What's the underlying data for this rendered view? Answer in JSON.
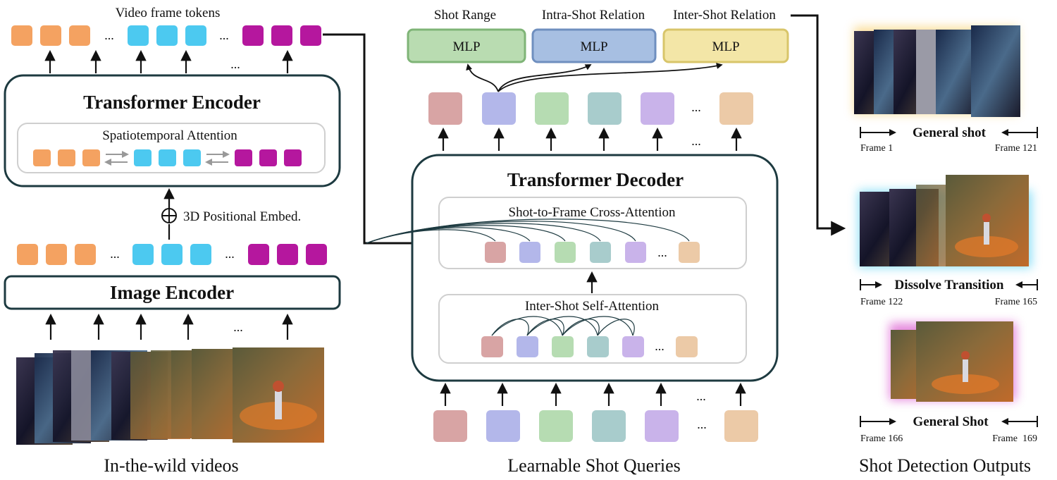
{
  "colors": {
    "orange": "#f4a261",
    "cyan": "#4cc9f0",
    "magenta": "#b5179e",
    "border": "#1d3a40",
    "q_red": "#d8a4a4",
    "q_blue": "#b3b7ea",
    "q_green": "#b6dcb2",
    "q_teal": "#a8cccc",
    "q_purple": "#c9b3ea",
    "q_peach": "#eccaa7",
    "mlp_green": "#b9dcb1",
    "mlp_blue": "#a7bfe2",
    "mlp_yellow": "#f3e6a7",
    "glow_gold": "#f6c24a",
    "glow_cyan": "#34c8f2",
    "glow_magenta": "#d12fc2"
  },
  "encoder_branch": {
    "video_tokens_label": "Video frame tokens",
    "transformer_encoder_title": "Transformer Encoder",
    "spatiotemporal_label": "Spatiotemporal Attention",
    "positional_embed_label": "3D Positional Embed.",
    "image_encoder_title": "Image Encoder",
    "input_caption": "In-the-wild videos",
    "ellipsis": "..."
  },
  "decoder_branch": {
    "heads": [
      {
        "label": "Shot Range",
        "mlp": "MLP"
      },
      {
        "label": "Intra-Shot Relation",
        "mlp": "MLP"
      },
      {
        "label": "Inter-Shot Relation",
        "mlp": "MLP"
      }
    ],
    "transformer_decoder_title": "Transformer Decoder",
    "cross_attention_label": "Shot-to-Frame Cross-Attention",
    "self_attention_label": "Inter-Shot Self-Attention",
    "queries_caption": "Learnable Shot Queries",
    "ellipsis": "..."
  },
  "outputs": {
    "caption": "Shot Detection Outputs",
    "groups": [
      {
        "title": "General shot",
        "start": "Frame 1",
        "end": "Frame 121",
        "glow": "glow_gold"
      },
      {
        "title": "Dissolve Transition",
        "start": "Frame 122",
        "end": "Frame 165",
        "glow": "glow_cyan"
      },
      {
        "title": "General Shot",
        "start": "Frame 166",
        "end": "Frame  169",
        "glow": "glow_magenta"
      }
    ]
  }
}
